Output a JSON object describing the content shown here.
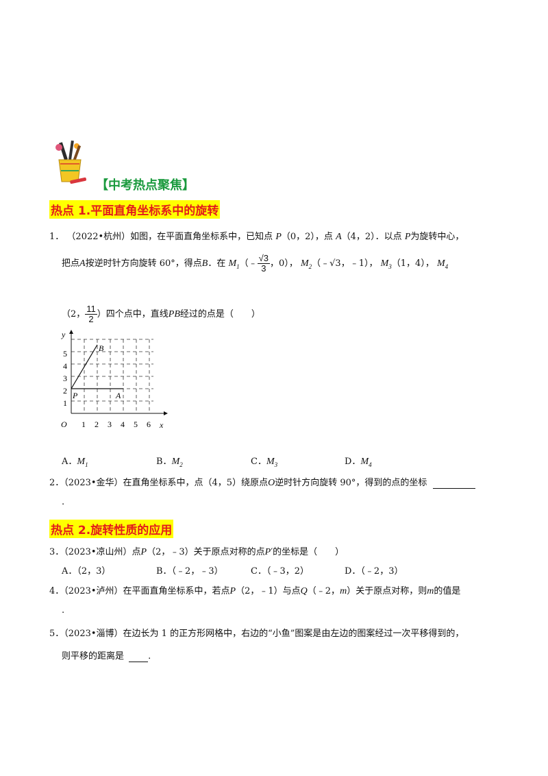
{
  "banner": {
    "title": "【中考热点聚焦】"
  },
  "section1": {
    "title": "热点 1.平面直角坐标系中的旋转"
  },
  "q1": {
    "num": "1．",
    "line1_a": "（2022•杭州）如图，在平面直角坐标系中，已知点",
    "line1_b": "（0，2），点",
    "line1_c": "（4，2）．以点",
    "line1_d": "为旋转中心，",
    "line2_a": "把点",
    "line2_b": "按逆时针方向旋转 60°，得点",
    "line2_c": "．在",
    "m1_pre": "（﹣",
    "m1_num": "√3",
    "m1_den": "3",
    "m1_post": "，0），",
    "m2_pre": "（﹣√3，﹣1），",
    "m3_post": "（1，4），",
    "line3_a": "（2，",
    "m4_num": "11",
    "m4_den": "2",
    "line3_b": "）四个点中，直线",
    "line3_c": "经过的点是（　　）",
    "options": [
      "A．",
      "B．",
      "C．",
      "D．"
    ]
  },
  "graph": {
    "x_ticks": [
      "1",
      "2",
      "3",
      "4",
      "5",
      "6"
    ],
    "y_ticks": [
      "1",
      "2",
      "3",
      "4",
      "5"
    ],
    "x_label": "x",
    "y_label": "y",
    "origin": "O",
    "point_P": "P",
    "point_A": "A",
    "point_B": "B"
  },
  "q2": {
    "num": "2．",
    "text_a": "（2023•金华）在直角坐标系中，点（4，5）绕原点",
    "text_b": "逆时针方向旋转 90°，得到的点的坐标",
    "tail": "."
  },
  "section2": {
    "title": "热点 2.旋转性质的应用"
  },
  "q3": {
    "num": "3．",
    "text_a": "（2023•凉山州）点",
    "text_b": "（2，﹣3）关于原点对称的点",
    "text_c": "′的坐标是（　　）",
    "options": [
      "A．（2，3）",
      "B．（﹣2，﹣3）",
      "C．（﹣3，2）",
      "D．（﹣2，3）"
    ]
  },
  "q4": {
    "num": "4．",
    "text_a": "（2023•泸州）在平面直角坐标系中，若点",
    "text_b": "（2，﹣1）与点",
    "text_c": "（﹣2，",
    "text_d": "）关于原点对称，则",
    "text_e": "的值是",
    "tail": "."
  },
  "q5": {
    "num": "5．",
    "line1": "（2023•淄博）在边长为 1 的正方形网格中，右边的“小鱼”图案是由左边的图案经过一次平移得到的，",
    "line2": "则平移的距离是",
    "tail": "."
  }
}
